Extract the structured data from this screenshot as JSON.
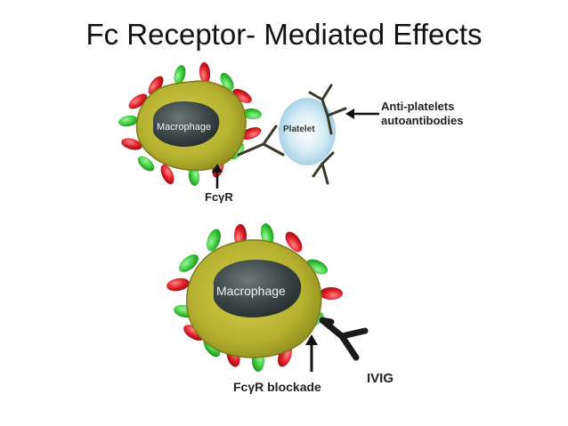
{
  "slide": {
    "title": "Fc Receptor- Mediated Effects"
  },
  "panel_top": {
    "cell_label": "Macrophage",
    "platelet_label": "Platelet",
    "antibody_label_line1": "Anti-platelets",
    "antibody_label_line2": "autoantibodies",
    "receptor_label": "FcγR"
  },
  "panel_bottom": {
    "cell_label": "Macrophage",
    "blockade_label": "FcγR blockade",
    "ivig_label": "IVIG"
  },
  "colors": {
    "cell_body": "#b7b332",
    "cell_edge": "#7d7a18",
    "nucleus": "#3f4a4a",
    "receptor_green": "#3ecf3e",
    "receptor_red": "#e21f2a",
    "platelet": "#b9dcec",
    "antibody": "#3b3a2a",
    "ivig": "#1a1a1a"
  }
}
